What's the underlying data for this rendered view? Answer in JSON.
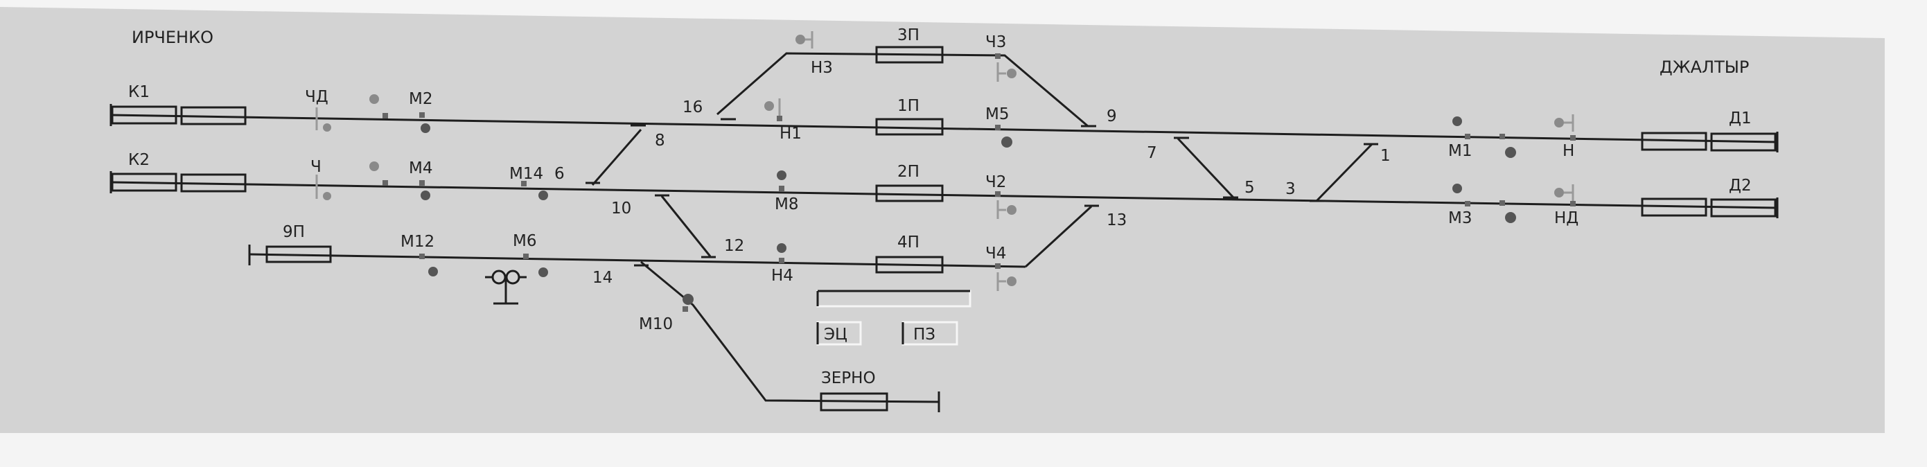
{
  "colors": {
    "background": "#f4f4f4",
    "panel": "#d3d3d3",
    "track": "#1e1e1e",
    "signal_grey": "#8a8a8a",
    "signal_dark": "#555555"
  },
  "stations": {
    "left": "ИРЧЕНКО",
    "right": "ДЖАЛТЫР"
  },
  "approach_sections": {
    "k1": "К1",
    "k2": "К2",
    "d1": "Д1",
    "d2": "Д2"
  },
  "station_tracks": {
    "t3p": "3П",
    "t1p": "1П",
    "t2p": "2П",
    "t4p": "4П",
    "t9p": "9П",
    "zerno": "ЗЕРНО"
  },
  "signals": {
    "chd": "ЧД",
    "m2": "М2",
    "ch": "Ч",
    "m4": "М4",
    "m14": "М14",
    "m12": "М12",
    "m6": "М6",
    "m10": "М10",
    "n3": "Н3",
    "n1": "Н1",
    "m8": "М8",
    "n4": "Н4",
    "ch3": "Ч3",
    "m5": "М5",
    "ch2": "Ч2",
    "ch4": "Ч4",
    "m1": "М1",
    "n": "Н",
    "m3": "М3",
    "nd": "НД"
  },
  "switches": {
    "s16": "16",
    "s8": "8",
    "s6": "6",
    "s10": "10",
    "s12": "12",
    "s14": "14",
    "s9": "9",
    "s7": "7",
    "s5": "5",
    "s3": "3",
    "s1": "1",
    "s13": "13"
  },
  "buttons": {
    "ec": "ЭЦ",
    "pz": "ПЗ"
  }
}
